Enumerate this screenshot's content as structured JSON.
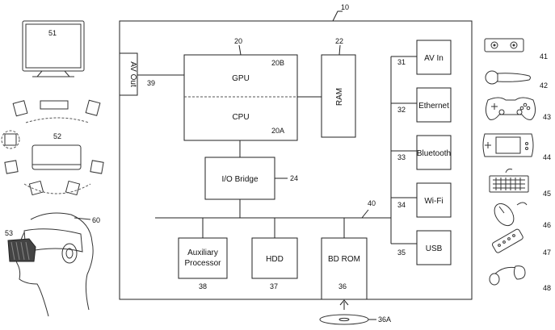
{
  "system": {
    "ref": "10"
  },
  "blocks": {
    "gpu": {
      "label": "GPU",
      "ref": "20B"
    },
    "cpu": {
      "label": "CPU",
      "ref": "20A"
    },
    "processor": {
      "ref": "20"
    },
    "ram": {
      "label": "RAM",
      "ref": "22"
    },
    "io_bridge": {
      "label": "I/O Bridge",
      "ref": "24"
    },
    "av_out": {
      "label": "AV Out",
      "ref": "39"
    },
    "bus": {
      "ref": "40"
    },
    "aux_proc": {
      "label_line1": "Auxiliary",
      "label_line2": "Processor",
      "ref": "38"
    },
    "hdd": {
      "label": "HDD",
      "ref": "37"
    },
    "bd_rom": {
      "label": "BD ROM",
      "ref": "36"
    },
    "disc": {
      "ref": "36A"
    }
  },
  "ports": [
    {
      "label": "AV In",
      "ref": "31"
    },
    {
      "label": "Ethernet",
      "ref": "32"
    },
    {
      "label": "Bluetooth",
      "ref": "33"
    },
    {
      "label": "Wi-Fi",
      "ref": "34"
    },
    {
      "label": "USB",
      "ref": "35"
    }
  ],
  "left_devices": {
    "display": {
      "ref": "51",
      "icon": "television-icon"
    },
    "speakers": {
      "ref": "52",
      "icon": "surround-speakers-icon"
    },
    "hmd_user": {
      "ref": "60",
      "icon": "head-mounted-display-user-icon"
    },
    "hmd": {
      "ref": "53"
    }
  },
  "right_devices": [
    {
      "ref": "41",
      "icon": "camera-icon"
    },
    {
      "ref": "42",
      "icon": "motion-controller-icon"
    },
    {
      "ref": "43",
      "icon": "gamepad-icon"
    },
    {
      "ref": "44",
      "icon": "handheld-console-icon"
    },
    {
      "ref": "45",
      "icon": "keyboard-icon"
    },
    {
      "ref": "46",
      "icon": "mouse-icon"
    },
    {
      "ref": "47",
      "icon": "remote-control-icon"
    },
    {
      "ref": "48",
      "icon": "headset-icon"
    }
  ]
}
